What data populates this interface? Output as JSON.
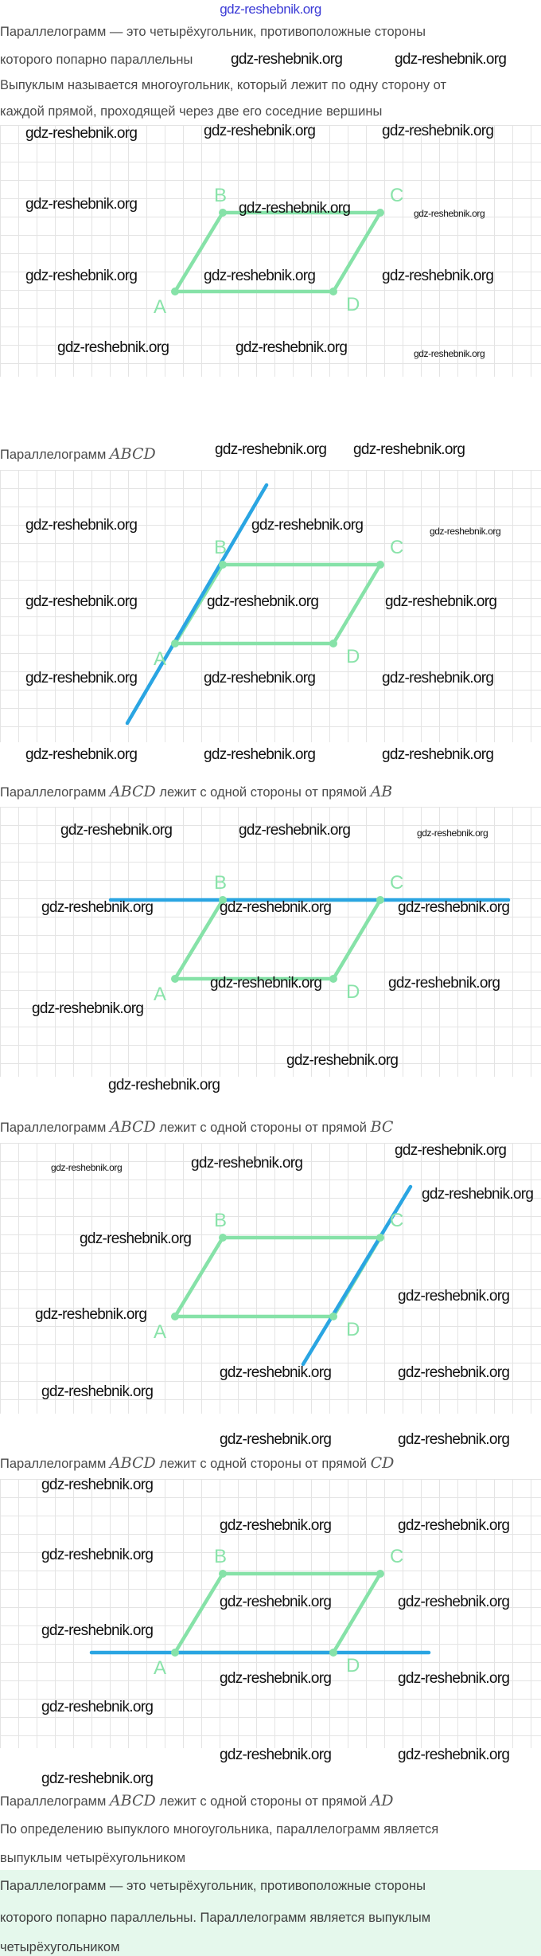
{
  "site_watermark": "gdz-reshebnik.org",
  "watermark": "gdz-reshebnik.org",
  "intro": {
    "line1": "Параллелограмм — это четырёхугольник, противоположные стороны",
    "line2": "которого попарно параллельны",
    "line3": "Выпуклым называется многоугольник, который лежит по одну сторону от",
    "line4": "каждой прямой, проходящей через две его соседние вершины"
  },
  "captions": [
    {
      "text": "Параллелограмм",
      "math": "ABCD",
      "suffix": "",
      "line": ""
    },
    {
      "text": "Параллелограмм",
      "math": "ABCD",
      "suffix": "лежит с одной стороны от прямой",
      "line": "AB"
    },
    {
      "text": "Параллелограмм",
      "math": "ABCD",
      "suffix": "лежит с одной стороны от прямой",
      "line": "BC"
    },
    {
      "text": "Параллелограмм",
      "math": "ABCD",
      "suffix": "лежит с одной стороны от прямой",
      "line": "CD"
    },
    {
      "text": "Параллелограмм",
      "math": "ABCD",
      "suffix": "лежит с одной стороны от прямой",
      "line": "AD"
    }
  ],
  "vertex_labels": [
    "A",
    "B",
    "C",
    "D"
  ],
  "conclusion": {
    "line1": "По определению выпуклого многоугольника, параллелограмм является",
    "line2": "выпуклым четырёхугольником"
  },
  "answer": {
    "line1": "Параллелограмм — это четырёхугольник, противоположные стороны",
    "line2": "которого попарно параллельны. Параллелограмм является выпуклым",
    "line3": "четырёхугольником"
  },
  "colors": {
    "figure": "#86e2a8",
    "line": "#2aa5e2",
    "answer_bg": "#e5f8ec",
    "site_watermark": "#3b3bd6"
  }
}
